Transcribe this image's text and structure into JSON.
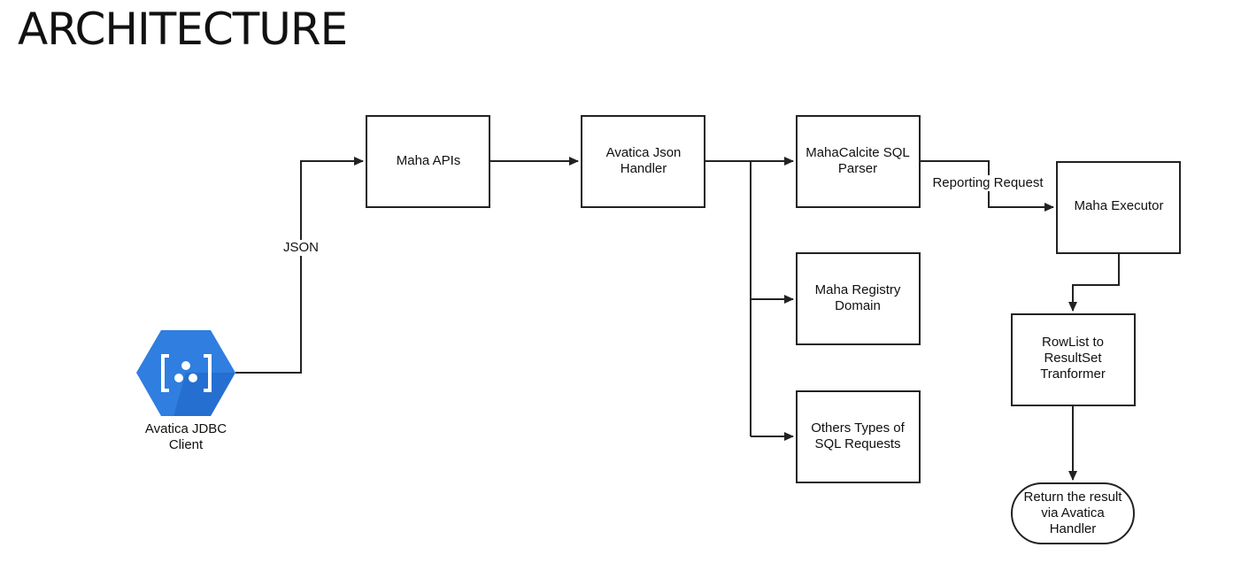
{
  "title": "ARCHITECTURE",
  "nodes": {
    "client": "Avatica JDBC\nClient",
    "maha_apis": "Maha APIs",
    "json_handler": "Avatica Json\nHandler",
    "sql_parser": "MahaCalcite SQL\nParser",
    "registry": "Maha Registry\nDomain",
    "other_requests": "Others Types of\nSQL Requests",
    "executor": "Maha Executor",
    "transformer": "RowList to\nResultSet\nTranformer",
    "result": "Return the result\nvia Avatica\nHandler"
  },
  "edges": {
    "json": "JSON",
    "reporting_request": "Reporting Request"
  },
  "colors": {
    "client_icon": "#2f7ee0",
    "client_icon_shade": "#1e63c4"
  }
}
